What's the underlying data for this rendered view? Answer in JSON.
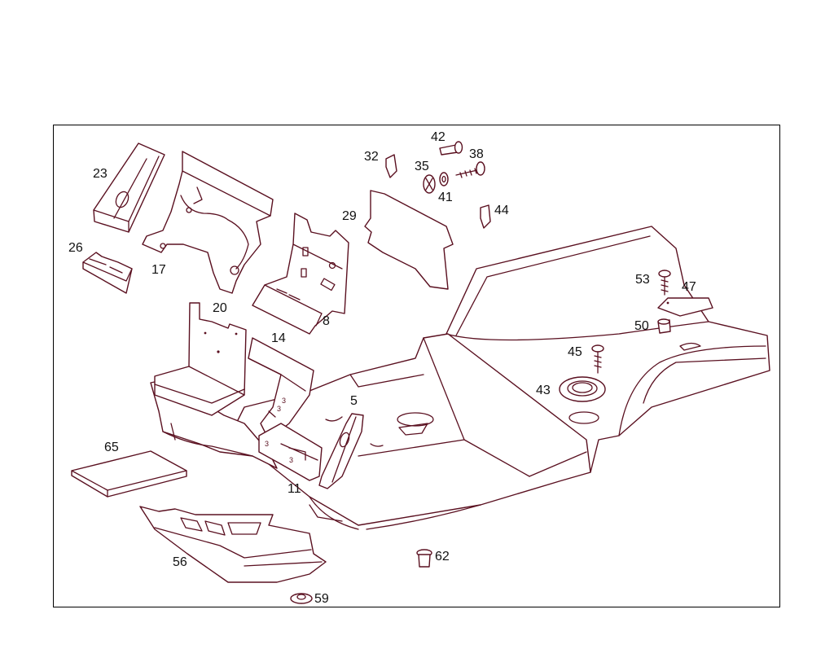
{
  "callouts": {
    "p5": "5",
    "p8": "8",
    "p11": "11",
    "p14": "14",
    "p17": "17",
    "p20": "20",
    "p23": "23",
    "p26": "26",
    "p29": "29",
    "p32": "32",
    "p35": "35",
    "p38": "38",
    "p41": "41",
    "p42": "42",
    "p43": "43",
    "p44": "44",
    "p45": "45",
    "p47": "47",
    "p50": "50",
    "p53": "53",
    "p56": "56",
    "p59": "59",
    "p62": "62",
    "p65": "65"
  },
  "colors": {
    "line": "#5a1020",
    "frame": "#000000",
    "text": "#111111"
  }
}
